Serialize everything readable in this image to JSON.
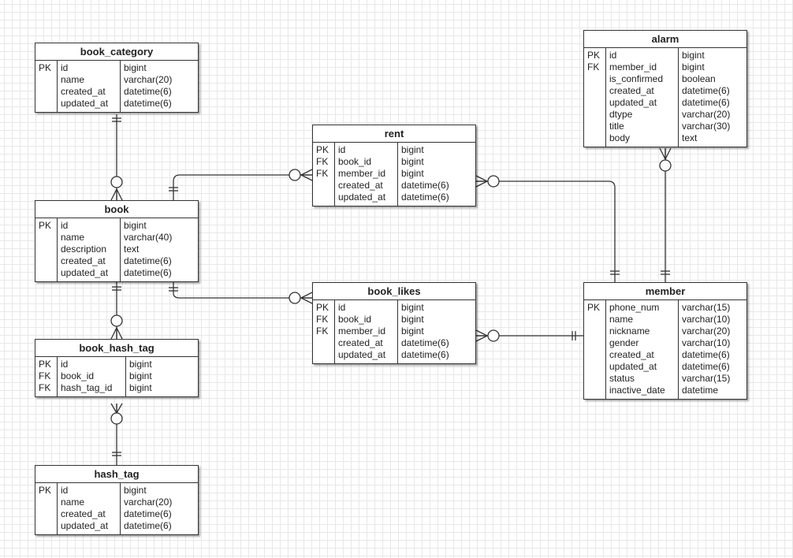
{
  "entities": {
    "book_category": {
      "title": "book_category",
      "keys": [
        "PK",
        "",
        "",
        ""
      ],
      "names": [
        "id",
        "name",
        "created_at",
        "updated_at"
      ],
      "types": [
        "bigint",
        "varchar(20)",
        "datetime(6)",
        "datetime(6)"
      ]
    },
    "book": {
      "title": "book",
      "keys": [
        "PK",
        "",
        "",
        "",
        ""
      ],
      "names": [
        "id",
        "name",
        "description",
        "created_at",
        "updated_at"
      ],
      "types": [
        "bigint",
        "varchar(40)",
        "text",
        "datetime(6)",
        "datetime(6)"
      ]
    },
    "book_hash_tag": {
      "title": "book_hash_tag",
      "keys": [
        "PK",
        "FK",
        "FK"
      ],
      "names": [
        "id",
        "book_id",
        "hash_tag_id"
      ],
      "types": [
        "bigint",
        "bigint",
        "bigint"
      ]
    },
    "hash_tag": {
      "title": "hash_tag",
      "keys": [
        "PK",
        "",
        "",
        ""
      ],
      "names": [
        "id",
        "name",
        "created_at",
        "updated_at"
      ],
      "types": [
        "bigint",
        "varchar(20)",
        "datetime(6)",
        "datetime(6)"
      ]
    },
    "rent": {
      "title": "rent",
      "keys": [
        "PK",
        "FK",
        "FK",
        "",
        ""
      ],
      "names": [
        "id",
        "book_id",
        "member_id",
        "created_at",
        "updated_at"
      ],
      "types": [
        "bigint",
        "bigint",
        "bigint",
        "datetime(6)",
        "datetime(6)"
      ]
    },
    "book_likes": {
      "title": "book_likes",
      "keys": [
        "PK",
        "FK",
        "FK",
        "",
        ""
      ],
      "names": [
        "id",
        "book_id",
        "member_id",
        "created_at",
        "updated_at"
      ],
      "types": [
        "bigint",
        "bigint",
        "bigint",
        "datetime(6)",
        "datetime(6)"
      ]
    },
    "alarm": {
      "title": "alarm",
      "keys": [
        "PK",
        "FK",
        "",
        "",
        "",
        "",
        "",
        ""
      ],
      "names": [
        "id",
        "member_id",
        "is_confirmed",
        "created_at",
        "updated_at",
        "dtype",
        "title",
        "body"
      ],
      "types": [
        "bigint",
        "bigint",
        "boolean",
        "datetime(6)",
        "datetime(6)",
        "varchar(20)",
        "varchar(30)",
        "text"
      ]
    },
    "member": {
      "title": "member",
      "keys": [
        "PK",
        "",
        "",
        "",
        "",
        "",
        "",
        ""
      ],
      "names": [
        "phone_num",
        "name",
        "nickname",
        "gender",
        "created_at",
        "updated_at",
        "status",
        "inactive_date"
      ],
      "types": [
        "varchar(15)",
        "varchar(10)",
        "varchar(20)",
        "varchar(10)",
        "datetime(6)",
        "datetime(6)",
        "varchar(15)",
        "datetime"
      ]
    }
  },
  "relationships": [
    {
      "name": "book_category-book",
      "from": "book_category",
      "from_cardinality": "one-mandatory",
      "to": "book",
      "to_cardinality": "zero-or-many"
    },
    {
      "name": "book-book_hash_tag",
      "from": "book",
      "from_cardinality": "one-mandatory",
      "to": "book_hash_tag",
      "to_cardinality": "zero-or-many"
    },
    {
      "name": "hash_tag-book_hash_tag",
      "from": "hash_tag",
      "from_cardinality": "one-mandatory",
      "to": "book_hash_tag",
      "to_cardinality": "zero-or-many"
    },
    {
      "name": "book-rent",
      "from": "book",
      "from_cardinality": "one-mandatory",
      "to": "rent",
      "to_cardinality": "zero-or-many"
    },
    {
      "name": "book-book_likes",
      "from": "book",
      "from_cardinality": "one-mandatory",
      "to": "book_likes",
      "to_cardinality": "zero-or-many"
    },
    {
      "name": "member-rent",
      "from": "member",
      "from_cardinality": "one-mandatory",
      "to": "rent",
      "to_cardinality": "zero-or-many"
    },
    {
      "name": "member-book_likes",
      "from": "member",
      "from_cardinality": "one-mandatory",
      "to": "book_likes",
      "to_cardinality": "zero-or-many"
    },
    {
      "name": "member-alarm",
      "from": "member",
      "from_cardinality": "one-mandatory",
      "to": "alarm",
      "to_cardinality": "zero-or-many"
    }
  ],
  "colors": {
    "line": "#333333",
    "grid": "#e8e8e8",
    "entity_fill": "#ffffff"
  }
}
